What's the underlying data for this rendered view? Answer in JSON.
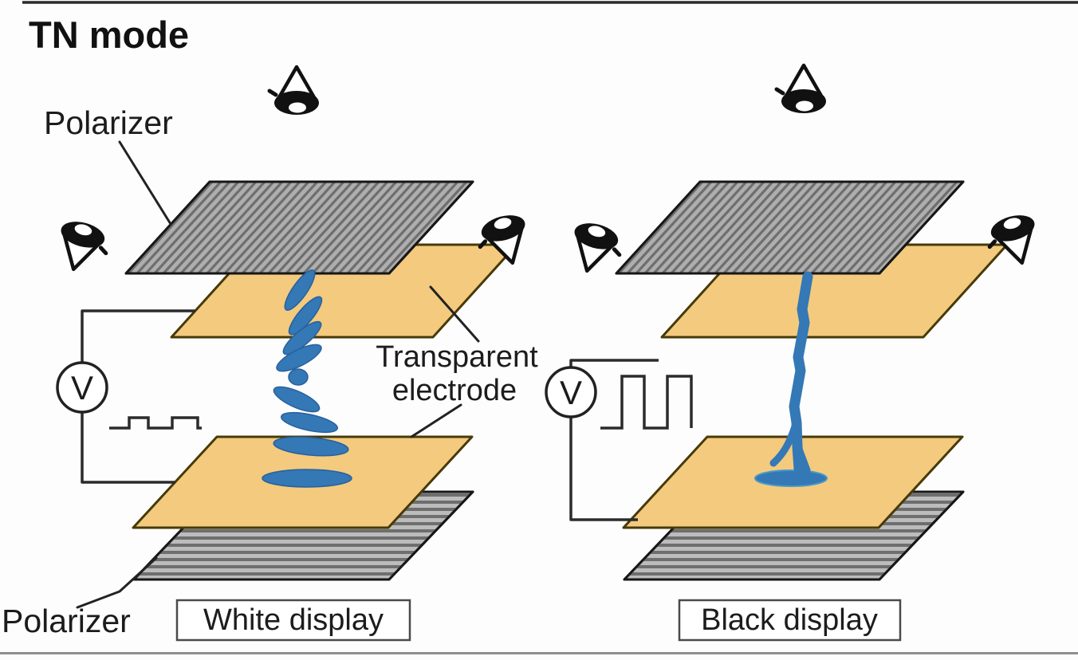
{
  "title": "TN mode",
  "annotations": {
    "polarizer_top": "Polarizer",
    "polarizer_bottom": "Polarizer",
    "transparent_electrode_line1": "Transparent",
    "transparent_electrode_line2": "electrode"
  },
  "panels": {
    "white": {
      "caption": "White display",
      "voltage_symbol": "V"
    },
    "black": {
      "caption": "Black display",
      "voltage_symbol": "V"
    }
  },
  "icons": {
    "eye": "eye-icon",
    "voltage_source": "voltage-source-icon",
    "waveform_low": "low-amplitude-square-wave",
    "waveform_high": "high-amplitude-square-wave"
  },
  "colors": {
    "electrode_fill": "#f3ca7e",
    "liquid_crystal_blue": "#3478b6",
    "polarizer_gray_top": "#aeaeae",
    "polarizer_gray_bottom": "#bcbcbc",
    "stripe_dark": "#6e6e6e",
    "outline_dark": "#1a1a1a"
  }
}
